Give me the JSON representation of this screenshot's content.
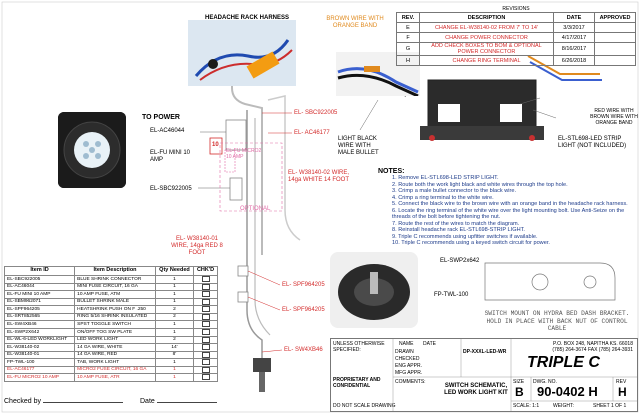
{
  "harness_title": "HEADACHE RACK HARNESS",
  "labels": {
    "brown_orange": "BROWN WIRE WITH ORANGE BAND",
    "red_brown_orange": "RED WIRE WITH BROWN WIRE WITH ORANGE BAND",
    "to_power": "TO POWER",
    "ac46044": "EL-AC46044",
    "fu_mini": "EL-FU MINI 10 AMP",
    "fuse_10": "10",
    "fu_micro": "EL-FU MICRO2 10 AMP",
    "sbc_left": "EL-SBC922005",
    "sbc_top": "EL- SBC922005",
    "ac46177": "EL- AC46177",
    "w381_02": "EL- W38140-02 WIRE, 14ga WHITE 14 FOOT",
    "optional": "OPTIONAL",
    "w381_01": "EL- W38140-01 WIRE, 14ga RED 8 FOOT",
    "light_black": "LIGHT BLACK WIRE WITH MALE BULLET",
    "stl698": "EL-STL698-LED STRIP LIGHT (NOT INCLUDED)",
    "spf_1": "EL- SPF964205",
    "spf_2": "EL- SPF964205",
    "sw4xb46": "EL- SW4XB46",
    "swp": "EL-SWP2x642",
    "fp_twl": "FP-TWL-100",
    "switch_note": "SWITCH MOUNT ON HYDRA BED DASH BRACKET. HOLD IN PLACE WITH BACK NUT OF CONTROL CABLE",
    "checked_by": "Checked by",
    "date": "Date"
  },
  "revisions": {
    "caption": "REVISIONS",
    "headers": [
      "REV.",
      "DESCRIPTION",
      "DATE",
      "APPROVED"
    ],
    "rows": [
      {
        "rev": "E",
        "desc": "CHANGE EL-W38140-02 FROM 7' TO 14'",
        "date": "3/3/2017",
        "app": ""
      },
      {
        "rev": "F",
        "desc": "CHANGE POWER CONNECTOR",
        "date": "4/17/2017",
        "app": ""
      },
      {
        "rev": "G",
        "desc": "ADD CHECK BOXES TO BOM & OPTIONAL POWER CONNECTOR",
        "date": "8/16/2017",
        "app": ""
      },
      {
        "rev": "H",
        "desc": "CHANGE RING TERMINAL",
        "date": "6/26/2018",
        "app": ""
      }
    ]
  },
  "notes": {
    "title": "NOTES:",
    "items": [
      "1. Remove EL-STL698-LED STRIP LIGHT.",
      "2. Route both the work light black and white wires through the top hole.",
      "3. Crimp a male bullet connector to the black wire.",
      "4. Crimp a ring terminal to the white wire.",
      "5. Connect the black wire to the brown wire with an orange band in the headache rack harness.",
      "6. Locate the ring terminal of the white wire over the light mounting bolt. Use Anti-Seize on the threads of the bolt before tightening the nut.",
      "7. Route the rest of the wires to match the diagram.",
      "8. Reinstall headache rack EL-STL698-STRIP LIGHT.",
      "9. Triple C recommends using upfitter switches if available.",
      "10. Triple C recommends using a keyed switch circuit for power."
    ]
  },
  "bom": {
    "headers": [
      "Item ID",
      "Item Description",
      "Qty Needed",
      "CHK'D"
    ],
    "rows": [
      {
        "id": "EL-SBC922005",
        "desc": "BLUE SHRINK CONNECTOR",
        "qty": "1",
        "red": false
      },
      {
        "id": "EL-AC46044",
        "desc": "MINI FUSE CIRCUIT, 16 GA",
        "qty": "1",
        "red": false
      },
      {
        "id": "EL-FU MINI 10 AMP",
        "desc": "10 AMP FUSE, ATM",
        "qty": "1",
        "red": false
      },
      {
        "id": "EL-SBM962071",
        "desc": "BULLET SHRINK MALE",
        "qty": "1",
        "red": false
      },
      {
        "id": "EL-SPF964205",
        "desc": "HEATSHRINK PUSH ON F .250",
        "qty": "2",
        "red": false
      },
      {
        "id": "EL-SRT852565",
        "desc": "RING 5/16 SHRINK INSULATED",
        "qty": "2",
        "red": false
      },
      {
        "id": "EL-SW4XB46",
        "desc": "SPST TOGGLE SWITCH",
        "qty": "1",
        "red": false
      },
      {
        "id": "EL-SWP2X642",
        "desc": "ON/OFF TOG SW PLATE",
        "qty": "1",
        "red": false
      },
      {
        "id": "EL-WL-6-LED WORKLIGHT",
        "desc": "LED WORK LIGHT",
        "qty": "2",
        "red": false
      },
      {
        "id": "EL-W38140-02",
        "desc": "14 GA WIRE, WHITE",
        "qty": "14'",
        "red": false
      },
      {
        "id": "EL-W38140-01",
        "desc": "14 GA WIRE, RED",
        "qty": "8'",
        "red": false
      },
      {
        "id": "FP-TWL-100",
        "desc": "TAB, WORK LIGHT",
        "qty": "1",
        "red": false
      },
      {
        "id": "EL-AC46177",
        "desc": "MICRO2 FUSE CIRCUIT, 16 GA",
        "qty": "1",
        "red": true
      },
      {
        "id": "EL-FU MICRO2 10 AMP",
        "desc": "10 AMP FUSE, ATR",
        "qty": "1",
        "red": true
      }
    ]
  },
  "title_block": {
    "company_line1": "P.O. BOX 248, NAPITHA KS. 66018",
    "company_line2": "(785) 264-3674  FAX (785) 264-3931",
    "company": "TRIPLE C",
    "part": "DP-XXXL-LED-WR",
    "title": "SWITCH SCHEMATIC, LED WORK LIGHT KIT",
    "size_label": "SIZE",
    "size": "B",
    "dwg_label": "DWG. NO.",
    "dwg": "90-0402 H",
    "rev_label": "REV",
    "rev": "H",
    "scale": "SCALE: 1:1",
    "weight": "WEIGHT:",
    "sheet": "SHEET 1 OF 1",
    "proprietary": "PROPRIETARY AND CONFIDENTIAL",
    "unless": "UNLESS OTHERWISE SPECIFIED:",
    "drawn": "DRAWN",
    "checked": "CHECKED",
    "eng": "ENG APPR.",
    "mfg": "MFG APPR.",
    "comments": "COMMENTS:",
    "do_not_scale": "DO NOT SCALE DRAWING",
    "name_label": "NAME",
    "date_label": "DATE"
  }
}
